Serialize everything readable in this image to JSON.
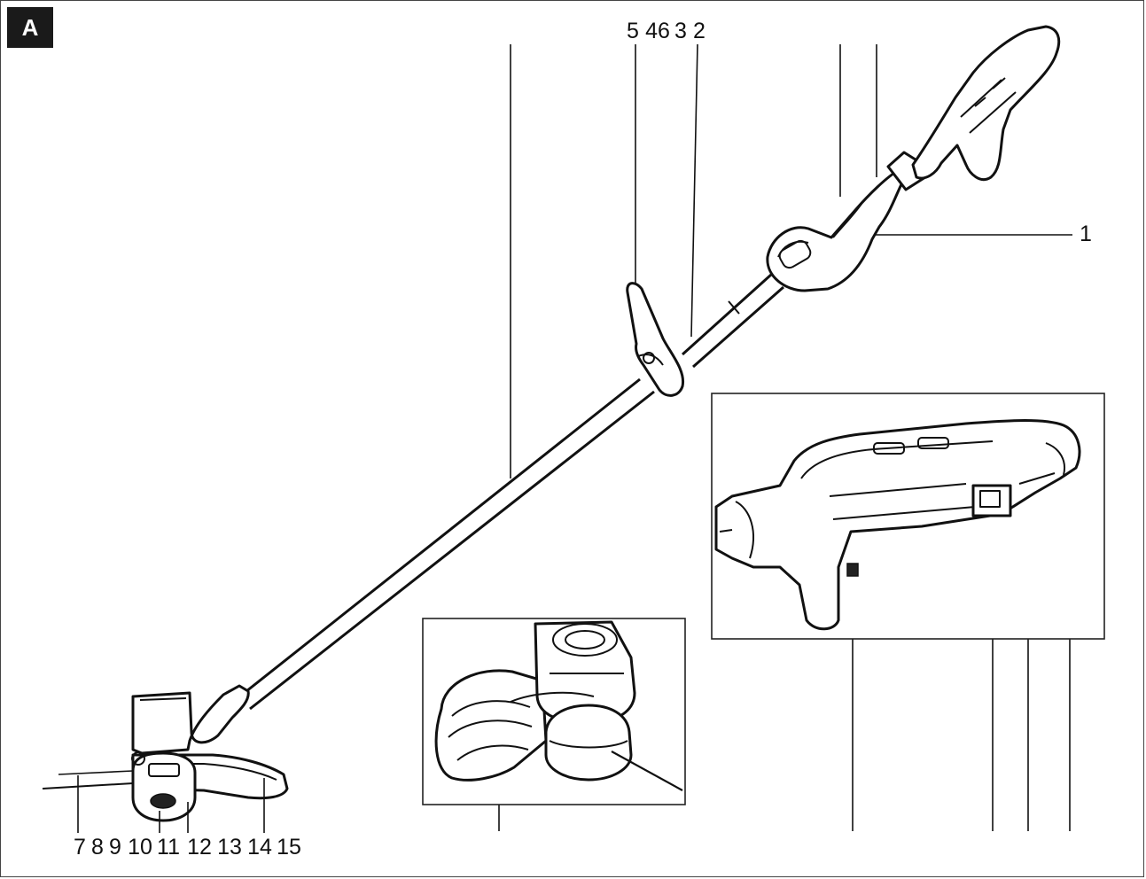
{
  "figure": {
    "badge": "A",
    "top_labels": [
      "5",
      "46",
      "3",
      "2"
    ],
    "side_label": "1",
    "bottom_labels": [
      "7",
      "8",
      "9",
      "10",
      "11",
      "12",
      "13",
      "14",
      "15"
    ]
  },
  "colors": {
    "ink": "#111111",
    "badge_bg": "#1a1a1a",
    "paper": "#ffffff"
  }
}
